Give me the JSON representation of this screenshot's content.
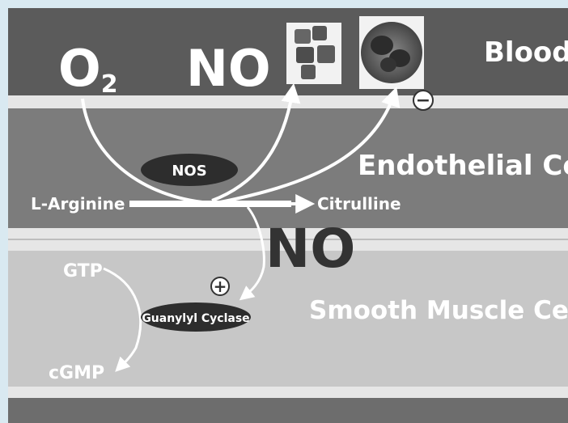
{
  "labels": {
    "o2_main": "O",
    "o2_sub": "2",
    "no_blood": "NO",
    "blood": "Blood",
    "nos": "NOS",
    "endothelial": "Endothelial Cell",
    "l_arginine": "L-Arginine",
    "citrulline": "Citrulline",
    "no_large": "NO",
    "gtp": "GTP",
    "guanylyl": "Guanylyl Cyclase",
    "smooth": "Smooth Muscle Cell",
    "cgmp": "cGMP",
    "plus": "+",
    "minus": "−"
  },
  "colors": {
    "frame_border": "#d9e9f1",
    "blood_layer": "#5b5b5b",
    "endothelial_layer": "#7c7c7c",
    "smooth_layer": "#c7c7c7",
    "bottom_layer": "#6d6d6d",
    "white_band": "#e6e6e6",
    "ellipse": "#2d2d2d",
    "arrow": "#ffffff"
  }
}
